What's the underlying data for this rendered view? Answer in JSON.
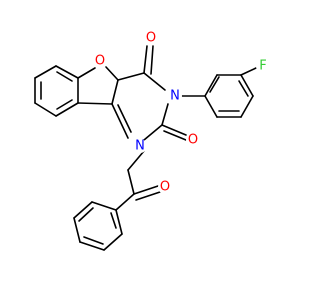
{
  "colors": {
    "background": "#ffffff",
    "bond": "#000000",
    "oxygen": "#ff0000",
    "nitrogen": "#0000ff",
    "fluorine": "#33cc33"
  },
  "atoms": {
    "ring_oxygen": {
      "symbol": "O",
      "color_key": "oxygen"
    },
    "carbonyl_oxygen_c4": {
      "symbol": "O",
      "color_key": "oxygen"
    },
    "carbonyl_oxygen_c2": {
      "symbol": "O",
      "color_key": "oxygen"
    },
    "ketone_oxygen": {
      "symbol": "O",
      "color_key": "oxygen"
    },
    "nitrogen_3": {
      "symbol": "N",
      "color_key": "nitrogen"
    },
    "nitrogen_1": {
      "symbol": "N",
      "color_key": "nitrogen"
    },
    "fluorine": {
      "symbol": "F",
      "color_key": "fluorine"
    }
  }
}
